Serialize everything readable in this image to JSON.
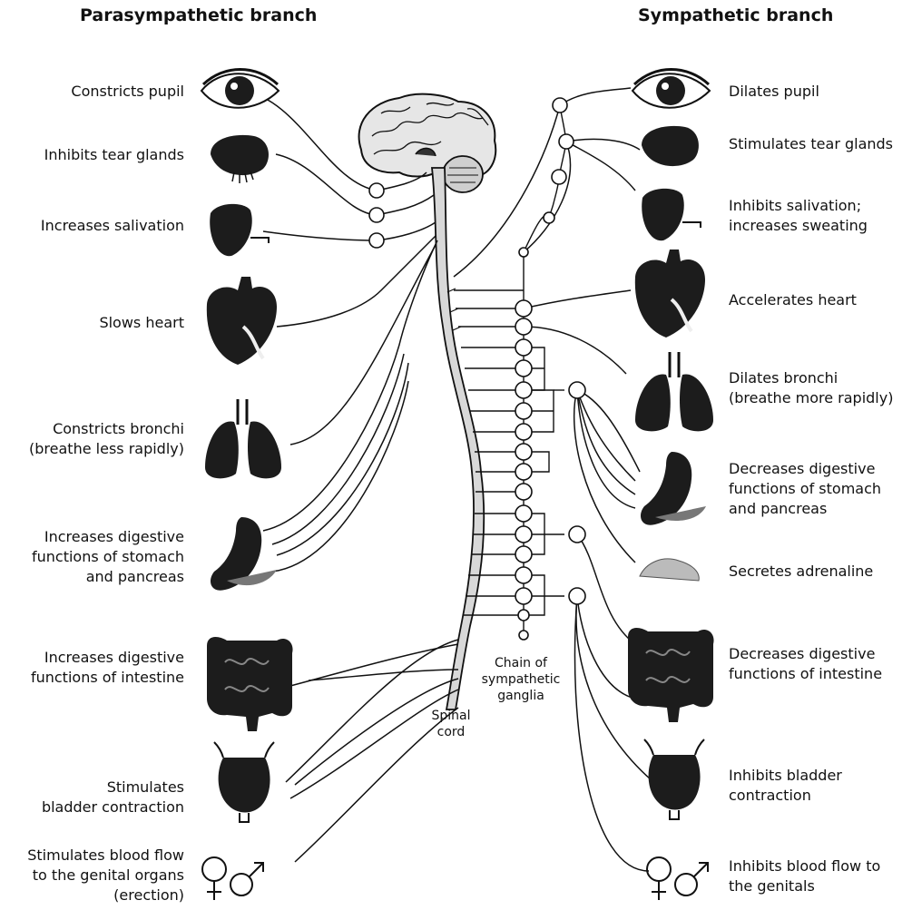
{
  "branches": {
    "left": "Parasympathetic branch",
    "right": "Sympathetic branch"
  },
  "parasympathetic": [
    {
      "organ": "eye-icon",
      "text": "Constricts pupil"
    },
    {
      "organ": "tear-gland-icon",
      "text": "Inhibits tear glands"
    },
    {
      "organ": "salivary-gland-icon",
      "text": "Increases salivation"
    },
    {
      "organ": "heart-icon",
      "text": "Slows heart"
    },
    {
      "organ": "lungs-icon",
      "text": "Constricts bronchi\n(breathe less rapidly)"
    },
    {
      "organ": "stomach-icon",
      "text": "Increases digestive\nfunctions of stomach\nand pancreas"
    },
    {
      "organ": "intestine-icon",
      "text": "Increases digestive\nfunctions of intestine"
    },
    {
      "organ": "bladder-icon",
      "text": "Stimulates\nbladder contraction"
    },
    {
      "organ": "genitals-icon",
      "text": "Stimulates blood flow\nto the genital organs\n(erection)"
    }
  ],
  "sympathetic": [
    {
      "organ": "eye-icon",
      "text": "Dilates pupil"
    },
    {
      "organ": "tear-gland-icon",
      "text": "Stimulates tear glands"
    },
    {
      "organ": "salivary-gland-icon",
      "text": "Inhibits salivation;\nincreases sweating"
    },
    {
      "organ": "heart-icon",
      "text": "Accelerates heart"
    },
    {
      "organ": "lungs-icon",
      "text": "Dilates bronchi\n(breathe more rapidly)"
    },
    {
      "organ": "stomach-icon",
      "text": "Decreases digestive\nfunctions of stomach\nand pancreas"
    },
    {
      "organ": "adrenal-icon",
      "text": "Secretes adrenaline"
    },
    {
      "organ": "intestine-icon",
      "text": "Decreases digestive\nfunctions of intestine"
    },
    {
      "organ": "bladder-icon",
      "text": "Inhibits bladder\ncontraction"
    },
    {
      "organ": "genitals-icon",
      "text": "Inhibits blood flow to\nthe genitals"
    }
  ],
  "center": {
    "spinal_cord": "Spinal\ncord",
    "chain": "Chain of\nsympathetic\nganglia"
  },
  "colors": {
    "organ": "#1c1c1c",
    "line": "#111111",
    "cord": "#d8d8d8"
  }
}
